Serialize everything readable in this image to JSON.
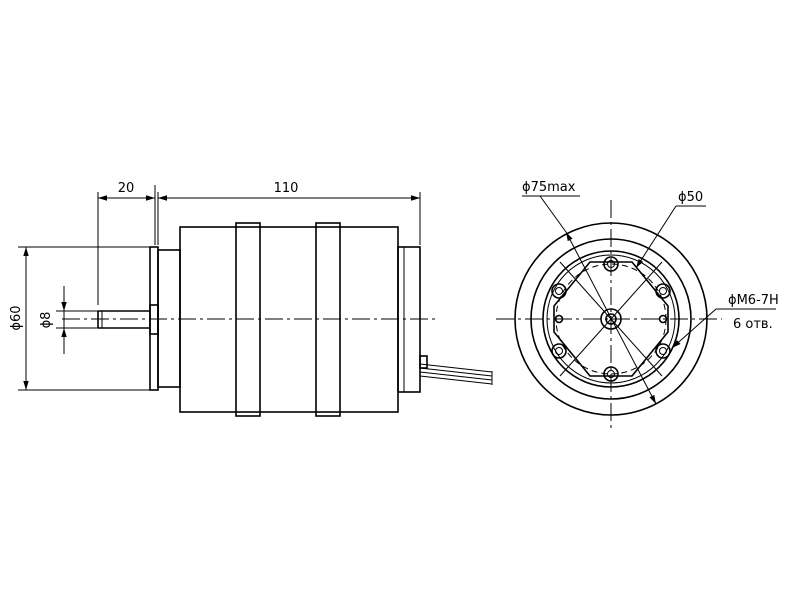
{
  "side_view": {
    "dim_shaft_length": "20",
    "dim_body_length": "110",
    "dim_body_diameter": "ϕ60",
    "dim_shaft_diameter": "ϕ8"
  },
  "front_view": {
    "dim_outer_diameter": "ϕ75max",
    "dim_bolt_circle": "ϕ50",
    "dim_thread": "ϕM6-7H",
    "dim_thread_count": "6 отв."
  }
}
